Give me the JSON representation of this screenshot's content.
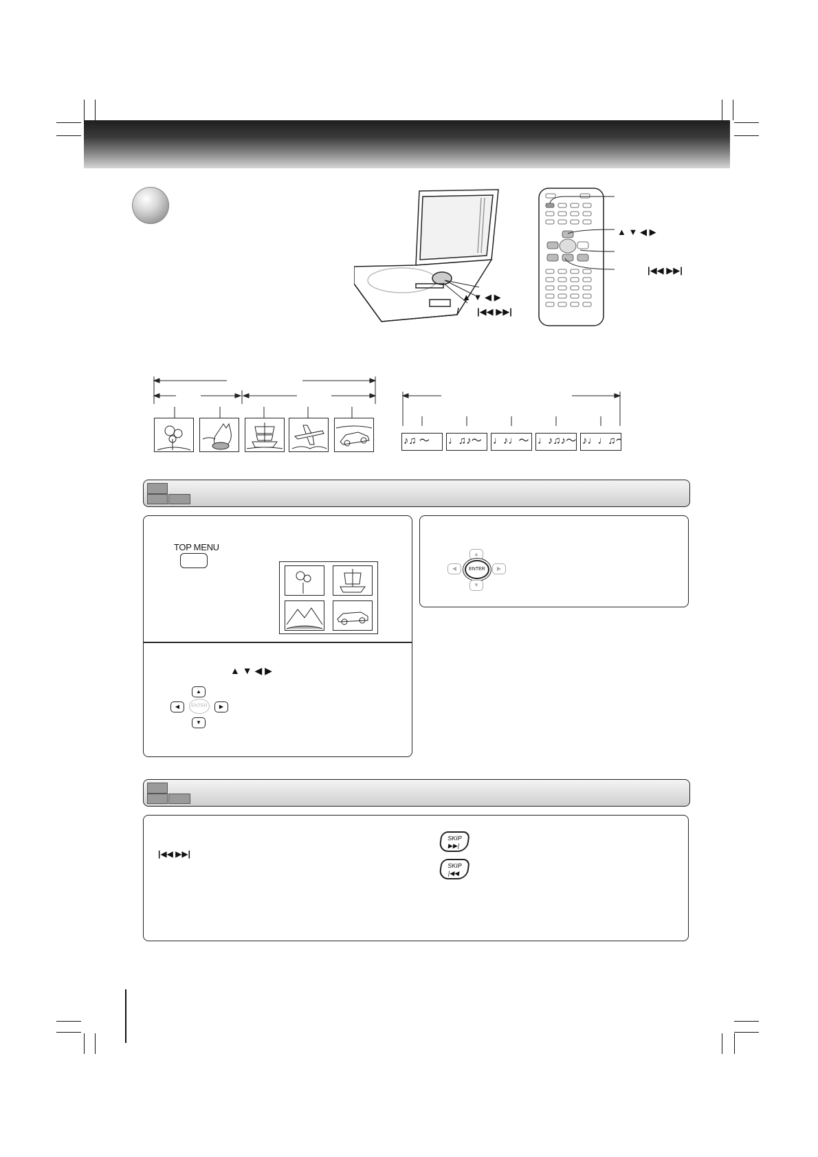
{
  "top_menu": {
    "label": "TOP MENU"
  },
  "enter_label": "ENTER",
  "skip": {
    "label": "SKIP",
    "fwd_symbol": "▶▶|",
    "back_symbol": "|◀◀"
  },
  "arrows": {
    "up_down_left_right": "▲ ▼ ◀ ▶",
    "skip_symbols": "|◀◀  ▶▶|"
  },
  "arrow_keys": {
    "up": "▲",
    "down": "▼",
    "left": "◀",
    "right": "▶"
  },
  "music_frames": [
    "♪♫ ～",
    "♩♫♪～",
    "♩♪♩～",
    "♩♪♫♪～",
    "♪♩♩♫～"
  ],
  "colors": {
    "header_dark": "#1e1e1e",
    "tab_gray": "#9a9a9a"
  }
}
